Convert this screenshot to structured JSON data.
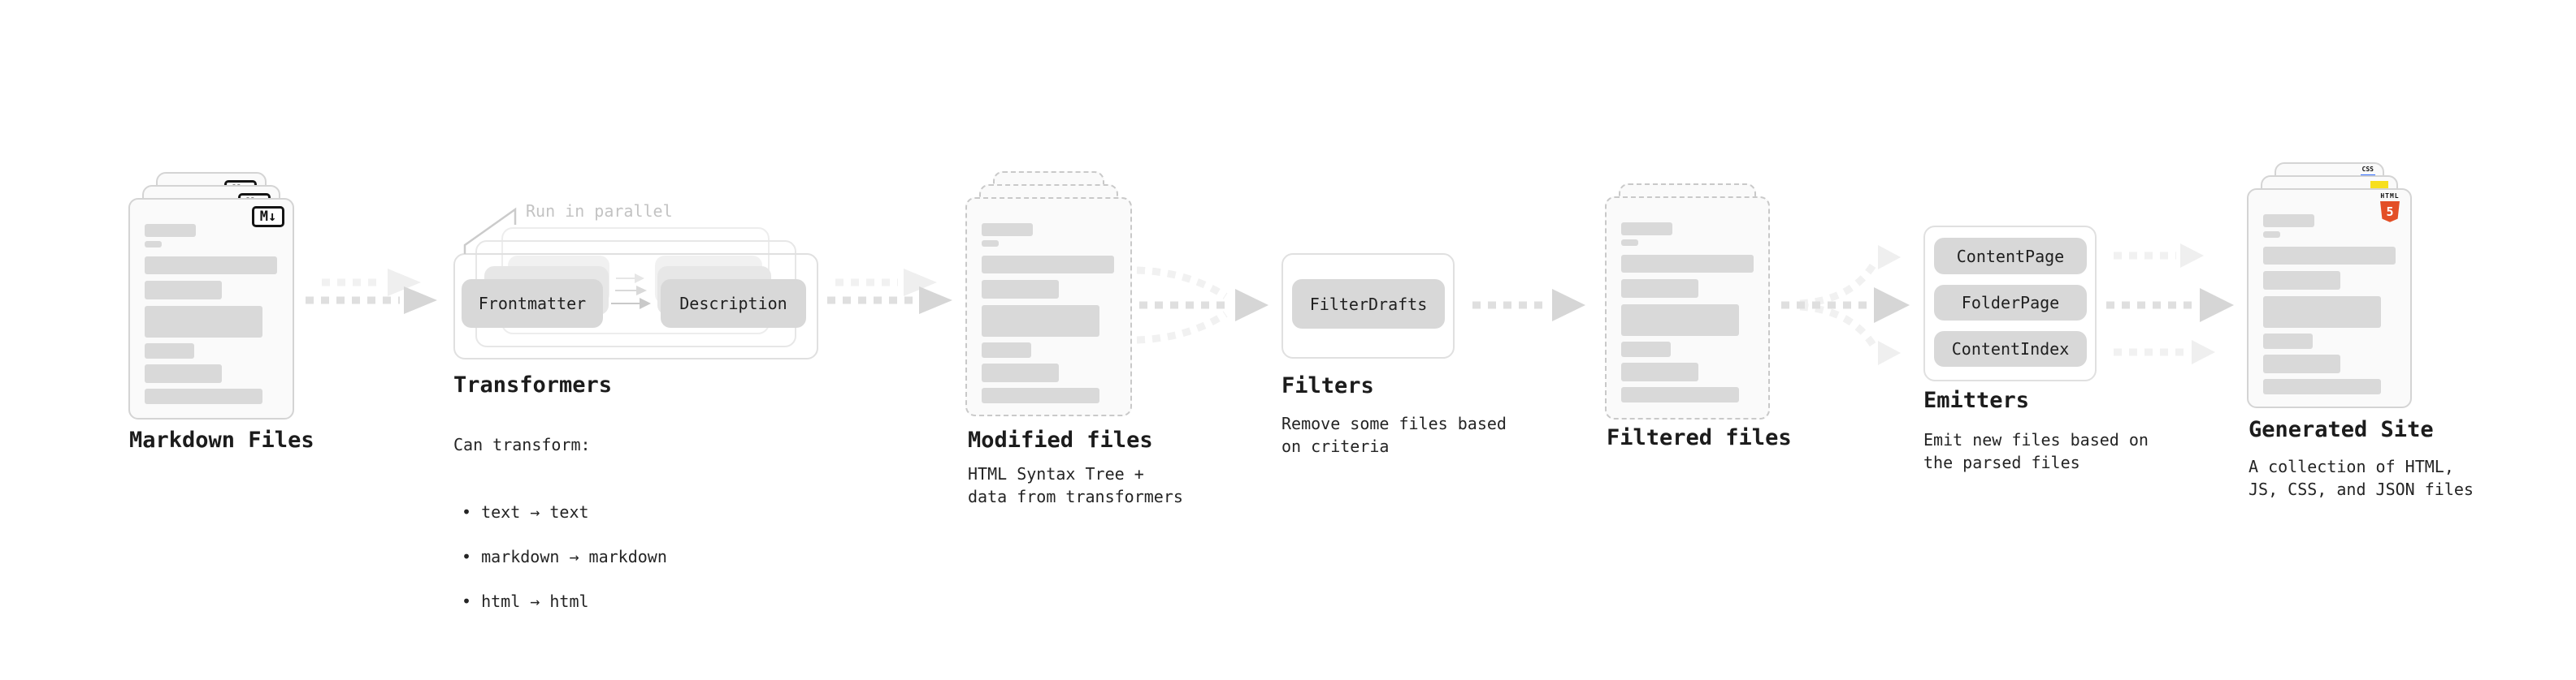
{
  "stages": {
    "markdown": {
      "title": "Markdown Files",
      "badge": "M↓"
    },
    "transformers": {
      "title": "Transformers",
      "note": "Run in parallel",
      "pill_left": "Frontmatter",
      "pill_right": "Description",
      "caption_title": "Can transform:",
      "bullets": [
        "• text → text",
        "• markdown → markdown",
        "• html → html"
      ]
    },
    "modified": {
      "title": "Modified files",
      "caption": "HTML Syntax Tree +\ndata from transformers"
    },
    "filters": {
      "title": "Filters",
      "pill": "FilterDrafts",
      "caption": "Remove some files based\non criteria"
    },
    "filtered": {
      "title": "Filtered files"
    },
    "emitters": {
      "title": "Emitters",
      "pills": [
        "ContentPage",
        "FolderPage",
        "ContentIndex"
      ],
      "caption": "Emit new files based on\nthe parsed files"
    },
    "generated": {
      "title": "Generated Site",
      "caption": "A collection of HTML,\nJS, CSS, and JSON files",
      "badge_css": "CSS",
      "badge_html_label": "HTML",
      "badge_html_number": "5"
    }
  },
  "colors": {
    "html5_orange": "#e34f26",
    "js_yellow": "#f7df1e",
    "css_blue": "#2f6bff",
    "bar_gray": "#d9d9d9",
    "pill_gray": "#d8d8d8",
    "note_gray": "#c3c3c3"
  }
}
